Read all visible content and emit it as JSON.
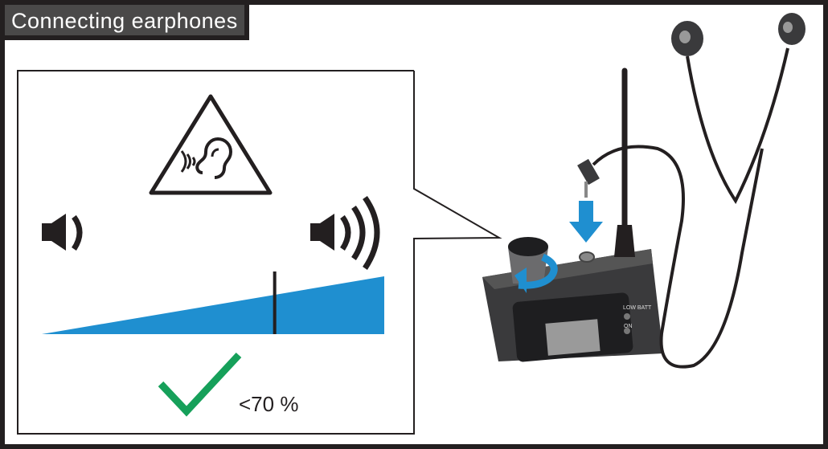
{
  "title": "Connecting earphones",
  "volume_limit_label": "<70 %",
  "volume_limit_fraction": 0.68,
  "device_labels": {
    "low_batt": "LOW BATT",
    "on": "ON"
  },
  "colors": {
    "accent_blue": "#1f8fd0",
    "check_green": "#16a05a",
    "device": "#3a3a3c"
  },
  "icons": [
    "hearing-warning-icon",
    "speaker-low-icon",
    "speaker-high-icon",
    "checkmark-icon",
    "rotate-arrow-icon",
    "down-arrow-icon"
  ]
}
